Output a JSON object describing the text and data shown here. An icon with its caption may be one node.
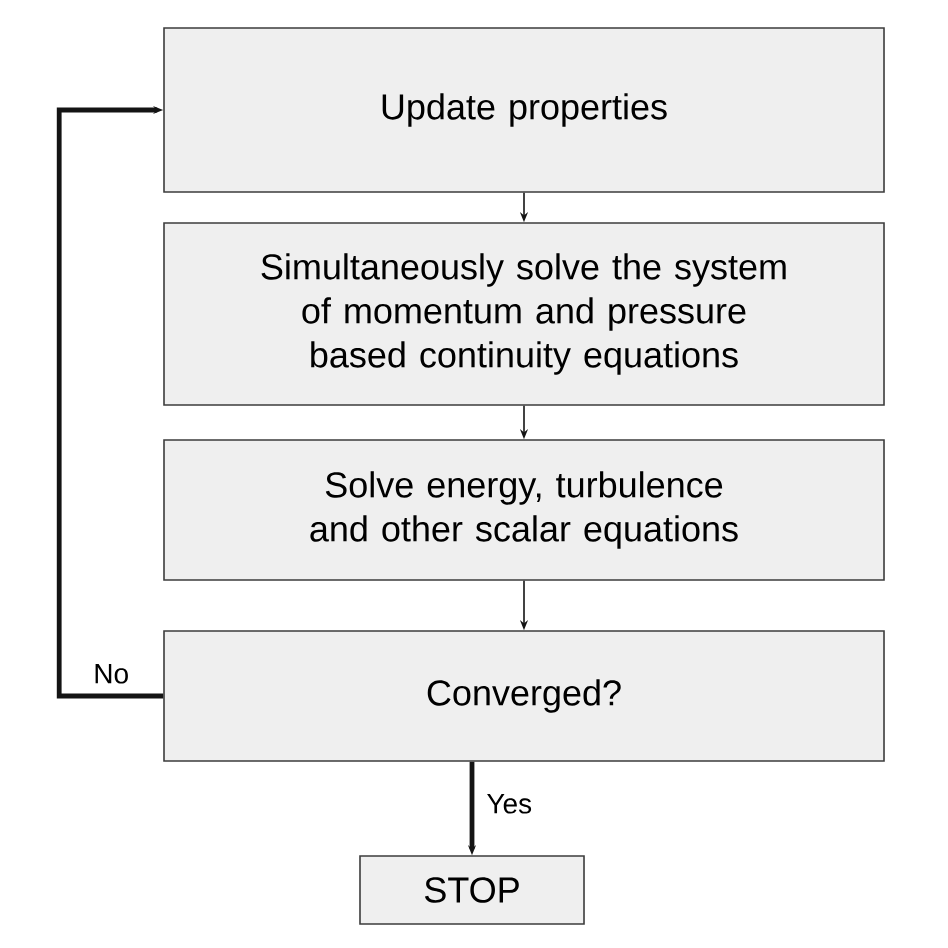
{
  "diagram": {
    "nodes": [
      {
        "text": [
          "Update properties"
        ]
      },
      {
        "text": [
          "Simultaneously solve the system of momentum and pressure based continuity equations"
        ]
      },
      {
        "text": [
          "Solve energy, turbulence and other scalar equations"
        ]
      },
      {
        "text": [
          "Converged?"
        ]
      },
      {
        "text": [
          "STOP"
        ]
      }
    ],
    "edges": [
      {
        "from": 0,
        "to": 1,
        "arrow": "to"
      },
      {
        "from": 1,
        "to": 2,
        "arrow": "to"
      },
      {
        "from": 2,
        "to": 3,
        "arrow": "to"
      },
      {
        "from": 3,
        "to": 4,
        "arrow": "to",
        "label": "Yes",
        "style": "thick"
      },
      {
        "from": 3,
        "to": 0,
        "arrow": "to",
        "label": "No",
        "style": "thick"
      }
    ]
  }
}
